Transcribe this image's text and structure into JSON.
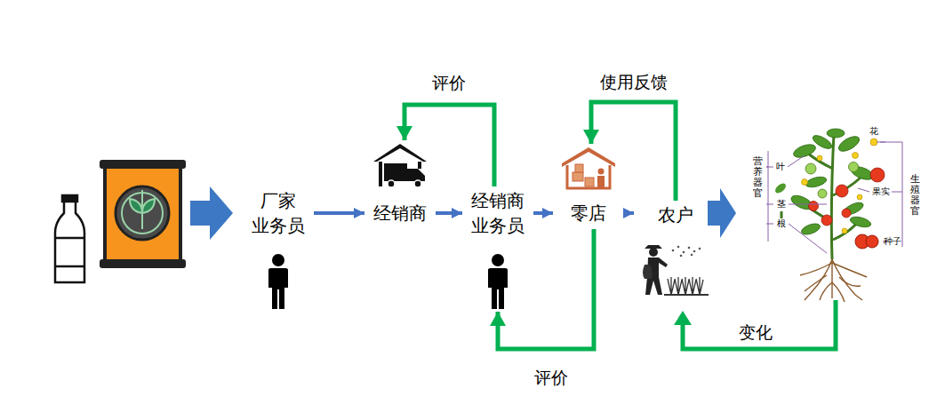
{
  "diagram": {
    "nodes": [
      {
        "text": [
          "厂家 业务员"
        ]
      },
      {
        "text": [
          "经销商"
        ]
      },
      {
        "text": [
          "经销商 业务员"
        ]
      },
      {
        "text": [
          "零店"
        ]
      },
      {
        "text": [
          "农户"
        ]
      }
    ],
    "edges": [
      {
        "from": 0,
        "to": 1,
        "arrow": "to"
      },
      {
        "from": 1,
        "to": 2,
        "arrow": "to"
      },
      {
        "from": 2,
        "to": 3,
        "arrow": "to"
      },
      {
        "from": 3,
        "to": 4,
        "arrow": "to"
      },
      {
        "from": 2,
        "to": 1,
        "label": "评价",
        "arrow": "to"
      },
      {
        "from": 4,
        "to": 3,
        "label": "使用反馈",
        "arrow": "to"
      },
      {
        "from": 3,
        "to": 2,
        "label": "评价",
        "arrow": "to"
      }
    ],
    "labels": [
      "花",
      "叶",
      "茎",
      "根",
      "果实",
      "种子",
      "营养器官",
      "生殖器官",
      "变化"
    ]
  }
}
